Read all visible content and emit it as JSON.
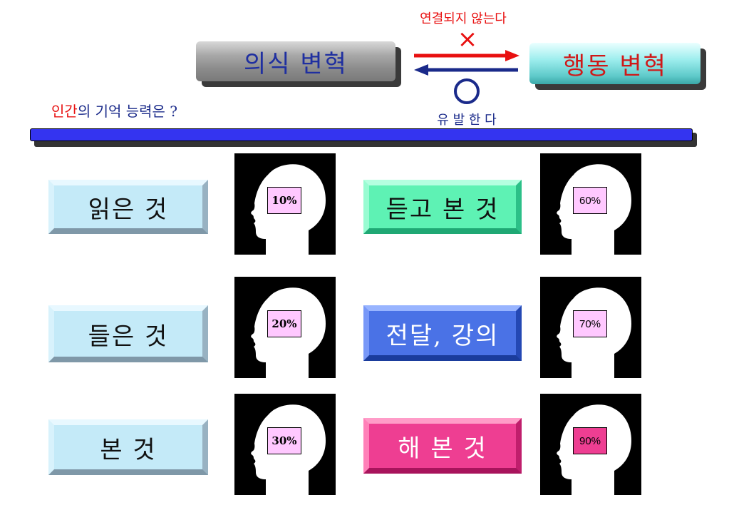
{
  "top": {
    "left_banner": "의식 변혁",
    "right_banner": "행동 변혁",
    "top_caption": "연결되지 않는다",
    "cross_symbol": "×",
    "bottom_caption": "유 발 한 다"
  },
  "question": {
    "highlight": "인간",
    "rest": "의 기억 능력은 ?"
  },
  "rows": [
    {
      "label": "읽은 것",
      "percent": "10%"
    },
    {
      "label": "듣고 본 것",
      "percent": "60%"
    },
    {
      "label": "들은 것",
      "percent": "20%"
    },
    {
      "label": "전달, 강의",
      "percent": "70%"
    },
    {
      "label": "본  것",
      "percent": "30%"
    },
    {
      "label": "해 본 것",
      "percent": "90%"
    }
  ],
  "colors": {
    "red": "#e81010",
    "blue": "#1a2a8a",
    "divider": "#3434f0",
    "pct_box_light": "#ffc8ff",
    "pct_box_dark": "#ee3e92"
  }
}
